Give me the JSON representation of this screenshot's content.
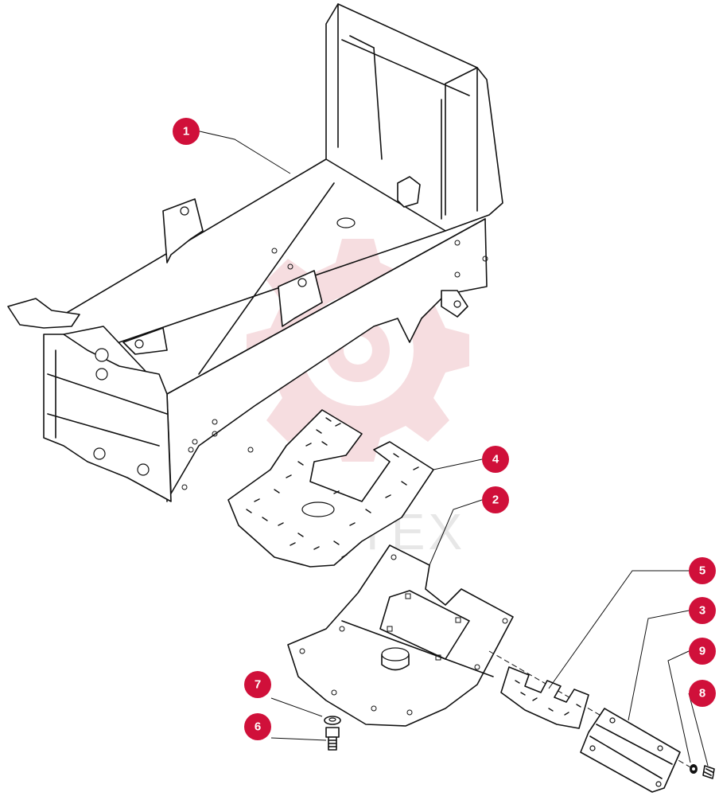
{
  "diagram": {
    "watermark_color": "#e8a0a8",
    "callout_color": "#d0103a",
    "callouts": [
      {
        "label": "1"
      },
      {
        "label": "2"
      },
      {
        "label": "3"
      },
      {
        "label": "4"
      },
      {
        "label": "5"
      },
      {
        "label": "6"
      },
      {
        "label": "7"
      },
      {
        "label": "8"
      },
      {
        "label": "9"
      }
    ]
  }
}
